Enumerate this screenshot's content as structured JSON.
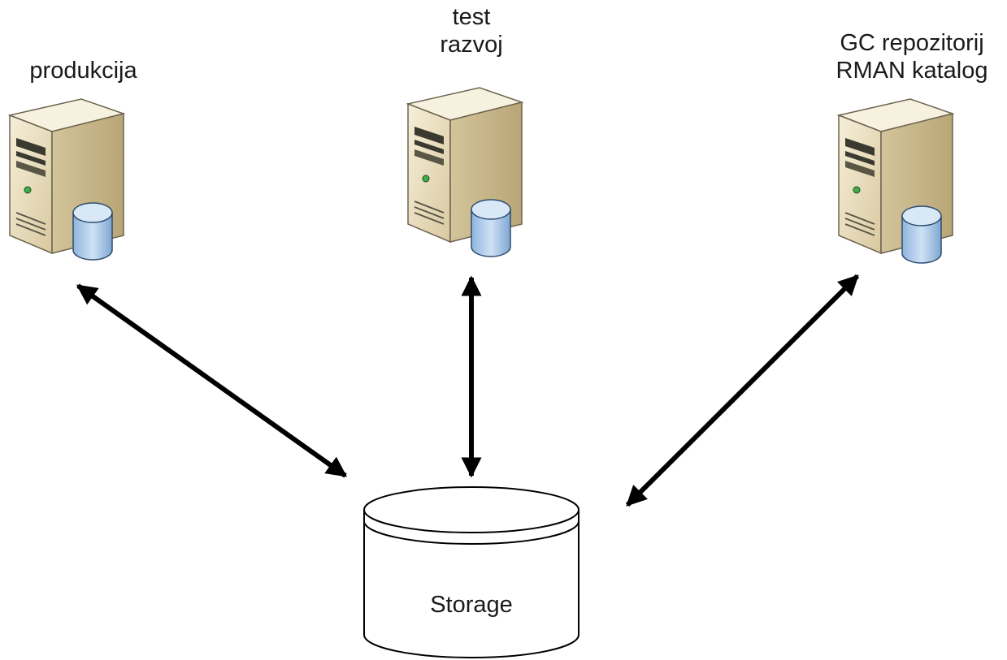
{
  "nodes": {
    "produkcija": {
      "lines": [
        "produkcija"
      ]
    },
    "test": {
      "lines": [
        "test",
        "razvoj"
      ]
    },
    "gc": {
      "lines": [
        "GC repozitorij",
        "RMAN katalog"
      ]
    },
    "storage": {
      "label": "Storage"
    }
  },
  "edges": [
    {
      "from": "produkcija",
      "to": "storage",
      "type": "bidirectional-arrow"
    },
    {
      "from": "test",
      "to": "storage",
      "type": "bidirectional-arrow"
    },
    {
      "from": "gc",
      "to": "storage",
      "type": "bidirectional-arrow"
    }
  ],
  "icons": {
    "server": "server-tower-icon",
    "database": "database-icon",
    "storage": "storage-cylinder-icon"
  },
  "colors": {
    "server_front": "#eae0c4",
    "server_side": "#c9b98e",
    "server_top": "#f4eedc",
    "db_blue": "#a9c9ea",
    "arrow": "#000000"
  }
}
